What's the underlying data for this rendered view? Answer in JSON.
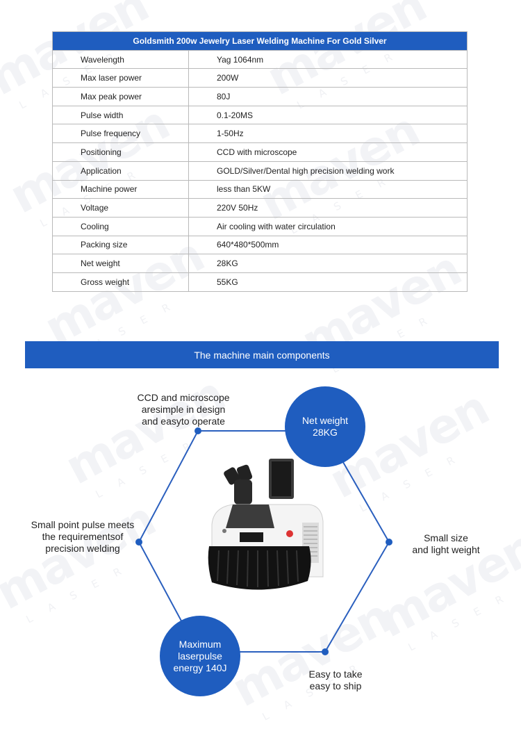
{
  "watermark": {
    "brand": "maven",
    "sub": "LASER"
  },
  "spec_table": {
    "title": "Goldsmith 200w Jewelry Laser Welding Machine For Gold Silver",
    "rows": [
      {
        "key": "Wavelength",
        "value": "Yag 1064nm"
      },
      {
        "key": "Max laser power",
        "value": "200W"
      },
      {
        "key": "Max peak power",
        "value": "80J"
      },
      {
        "key": "Pulse width",
        "value": "0.1-20MS"
      },
      {
        "key": "Pulse frequency",
        "value": "1-50Hz"
      },
      {
        "key": "Positioning",
        "value": "CCD with microscope"
      },
      {
        "key": "Application",
        "value": "GOLD/Silver/Dental high precision welding work"
      },
      {
        "key": "Machine power",
        "value": "less than 5KW"
      },
      {
        "key": "Voltage",
        "value": "220V 50Hz"
      },
      {
        "key": "Cooling",
        "value": "Air cooling with water circulation"
      },
      {
        "key": "Packing size",
        "value": "640*480*500mm"
      },
      {
        "key": "Net weight",
        "value": "28KG"
      },
      {
        "key": "Gross weight",
        "value": "55KG"
      }
    ]
  },
  "components": {
    "section_title": "The machine main components",
    "net_weight_circle": [
      "Net weight",
      "28KG"
    ],
    "max_energy_circle": [
      "Maximum",
      "laserpulse",
      "energy 140J"
    ],
    "ccd_label": [
      "CCD and microscope",
      "aresimple in design",
      "and easyto operate"
    ],
    "pulse_label": [
      "Small point pulse meets",
      "the requirementsof",
      "precision welding"
    ],
    "size_label": [
      "Small size",
      "and light weight"
    ],
    "ship_label": [
      "Easy to take",
      "easy to ship"
    ]
  },
  "colors": {
    "accent": "#1f5dbf",
    "hexagon_line": "#2a5fbe"
  }
}
